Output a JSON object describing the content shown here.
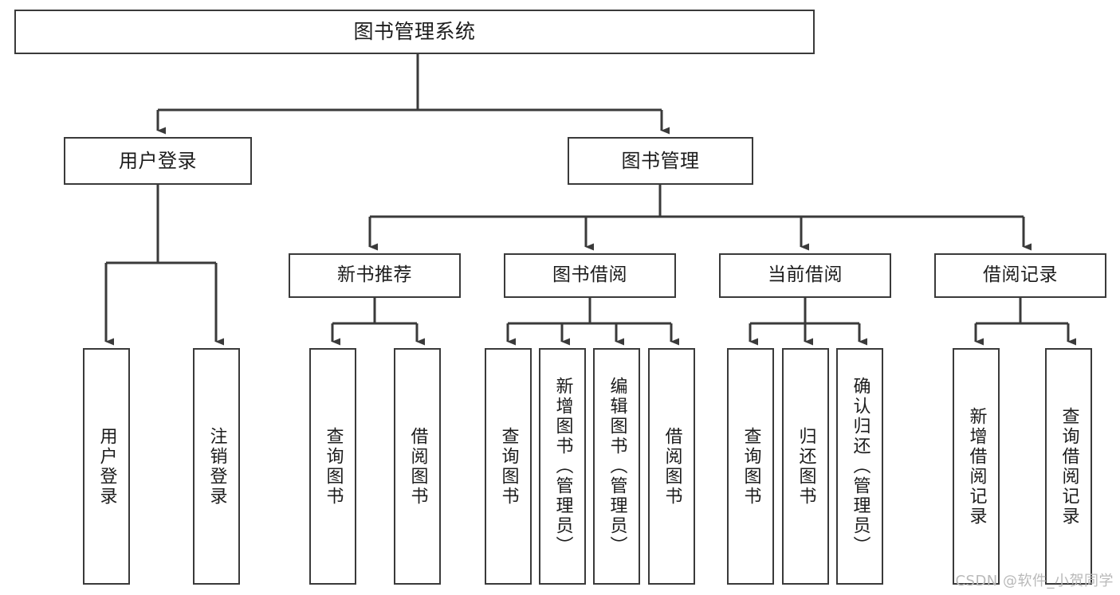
{
  "diagram": {
    "type": "tree-hierarchy",
    "title": "图书管理系统",
    "watermark": "CSDN @软件_小贺同学",
    "colors": {
      "background": "#ffffff",
      "stroke": "#3a3a3a",
      "text": "#1c1c1c",
      "watermark": "#b9b9b9"
    },
    "nodes": {
      "root": {
        "label": "图书管理系统"
      },
      "level2": [
        {
          "id": "user-login",
          "label": "用户登录"
        },
        {
          "id": "book-manage",
          "label": "图书管理"
        }
      ],
      "level3": [
        {
          "id": "new-book-recommend",
          "label": "新书推荐"
        },
        {
          "id": "book-borrow",
          "label": "图书借阅"
        },
        {
          "id": "current-borrow",
          "label": "当前借阅"
        },
        {
          "id": "borrow-record",
          "label": "借阅记录"
        }
      ],
      "leaves": {
        "user-login": [
          {
            "id": "leaf-user-login",
            "label": "用户登录"
          },
          {
            "id": "leaf-logout-login",
            "label": "注销登录"
          }
        ],
        "new-book-recommend": [
          {
            "id": "leaf-query-book-1",
            "label": "查询图书"
          },
          {
            "id": "leaf-borrow-book-1",
            "label": "借阅图书"
          }
        ],
        "book-borrow": [
          {
            "id": "leaf-query-book-2",
            "label": "查询图书"
          },
          {
            "id": "leaf-add-book-admin",
            "label": "新增图书（管理员）"
          },
          {
            "id": "leaf-edit-book-admin",
            "label": "编辑图书（管理员）"
          },
          {
            "id": "leaf-borrow-book-2",
            "label": "借阅图书"
          }
        ],
        "current-borrow": [
          {
            "id": "leaf-query-book-3",
            "label": "查询图书"
          },
          {
            "id": "leaf-return-book",
            "label": "归还图书"
          },
          {
            "id": "leaf-confirm-return-admin",
            "label": "确认归还（管理员）"
          }
        ],
        "borrow-record": [
          {
            "id": "leaf-add-borrow-record",
            "label": "新增借阅记录"
          },
          {
            "id": "leaf-query-borrow-record",
            "label": "查询借阅记录"
          }
        ]
      }
    }
  }
}
